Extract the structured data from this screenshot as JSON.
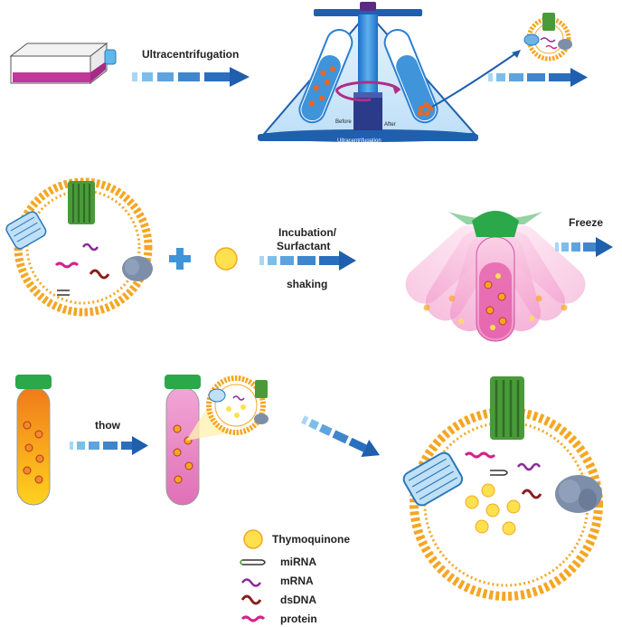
{
  "steps": {
    "centrifuge_label": "Ultracentrifugation",
    "centrifuge_base_label": "Ultracentrifugation",
    "tube_before": "Before",
    "tube_after": "After",
    "incubation_line1": "Incubation/",
    "incubation_line2": "Surfactant",
    "shaking": "shaking",
    "freeze": "Freeze",
    "thaw": "thow"
  },
  "legend": {
    "items": [
      {
        "id": "thymoquinone",
        "label": "Thymoquinone",
        "icon": "yellow-circle-icon"
      },
      {
        "id": "mirna",
        "label": "miRNA",
        "icon": "mirna-hairpin-icon"
      },
      {
        "id": "mrna",
        "label": "mRNA",
        "icon": "mrna-wave-icon"
      },
      {
        "id": "dsdna",
        "label": "dsDNA",
        "icon": "dsdna-helix-icon"
      },
      {
        "id": "protein",
        "label": "protein",
        "icon": "protein-chain-icon"
      }
    ]
  },
  "colors": {
    "arrow_dark": "#1f5fae",
    "arrow_light": "#6fb3e6",
    "lipid_head": "#f5a623",
    "medium_pink": "#d24fa8",
    "thymoquinone": "#ffe14d",
    "cap_green": "#2aa84a",
    "membrane_protein_green": "#4a9a3a",
    "centrifuge_blue": "#2b7fd4"
  }
}
